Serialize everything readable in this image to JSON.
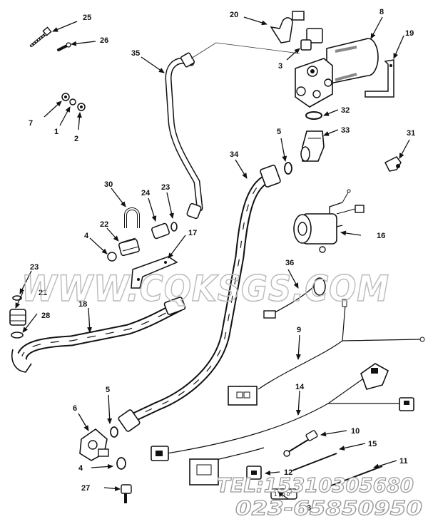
{
  "watermark": {
    "site": "WWW.CQKSGS.COM",
    "tel": "TEL:15310305680",
    "phone": "023-65850950"
  },
  "callouts": {
    "c25": "25",
    "c26": "26",
    "c7": "7",
    "c1": "1",
    "c2": "2",
    "c35": "35",
    "c20": "20",
    "c3": "3",
    "c8": "8",
    "c19": "19",
    "c32": "32",
    "c5a": "5",
    "c33": "33",
    "c31": "31",
    "c34": "34",
    "c30": "30",
    "c24": "24",
    "c23a": "23",
    "c22": "22",
    "c4a": "4",
    "c17": "17",
    "c16": "16",
    "c36": "36",
    "c23b": "23",
    "c21": "21",
    "c18": "18",
    "c28": "28",
    "c9": "9",
    "c14": "14",
    "c5b": "5",
    "c6": "6",
    "c10": "10",
    "c15": "15",
    "c4b": "4",
    "c11": "11",
    "c12": "12",
    "c27": "27",
    "c13": "13"
  },
  "part_tags": {
    "fuse_label": "1 pp 0°"
  }
}
